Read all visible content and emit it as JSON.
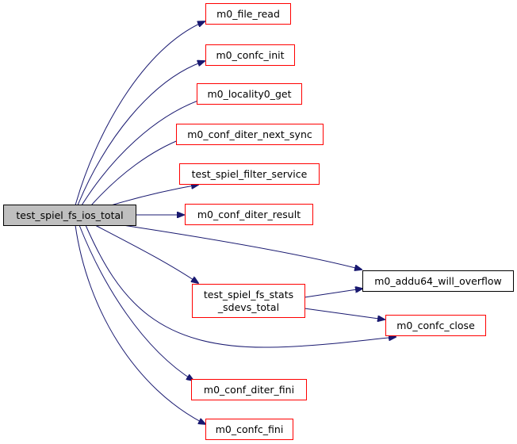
{
  "nodes": {
    "root": "test_spiel_fs_ios_total",
    "file_read": "m0_file_read",
    "confc_init": "m0_confc_init",
    "locality0_get": "m0_locality0_get",
    "diter_next_sync": "m0_conf_diter_next_sync",
    "filter_service": "test_spiel_filter_service",
    "diter_result": "m0_conf_diter_result",
    "addu64": "m0_addu64_will_overflow",
    "stats_line1": "test_spiel_fs_stats",
    "stats_line2": "_sdevs_total",
    "confc_close": "m0_confc_close",
    "diter_fini": "m0_conf_diter_fini",
    "confc_fini": "m0_confc_fini"
  },
  "colors": {
    "edge": "#191970",
    "linked_border": "#ff0000",
    "plain_border": "#000000",
    "root_fill": "#bfbfbf"
  }
}
